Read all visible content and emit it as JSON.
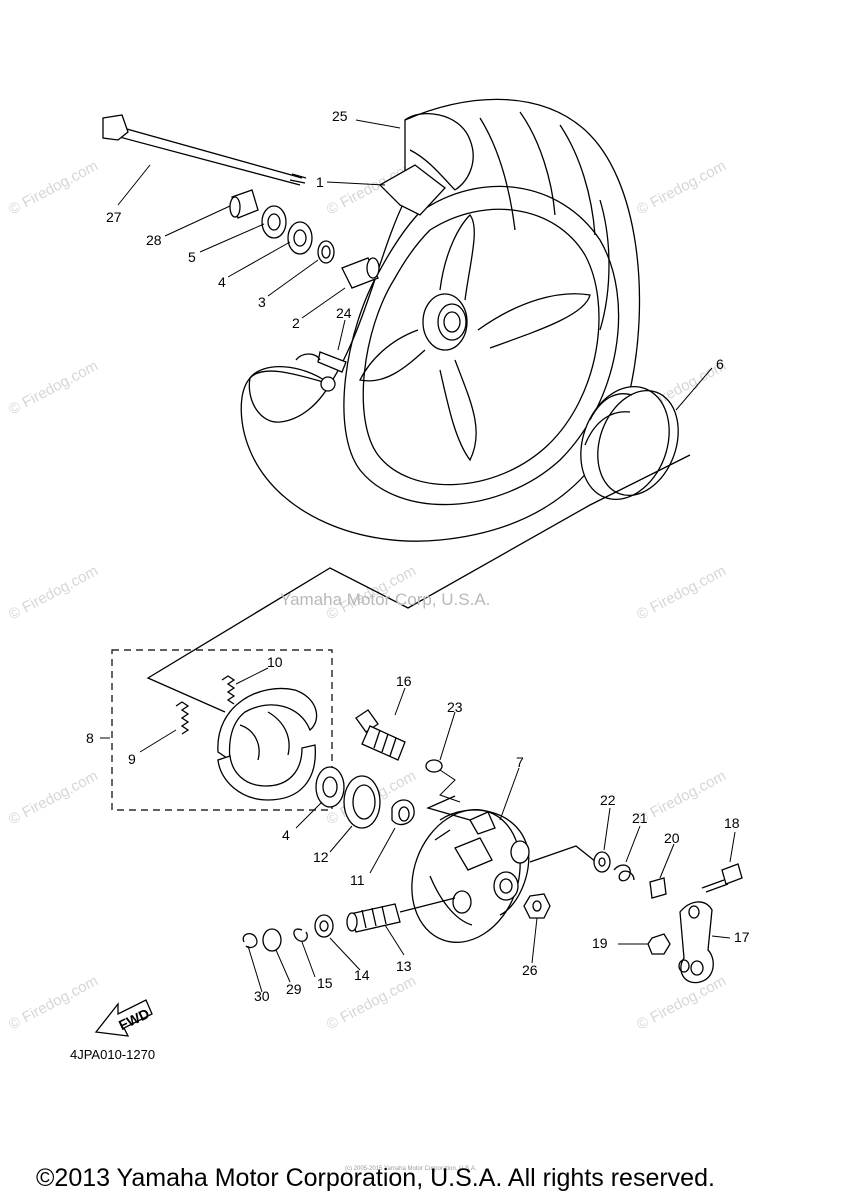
{
  "diagram_code": "4JPA010-1270",
  "corp_watermark": "Yamaha Motor Corp, U.S.A.",
  "site_watermark": "© Firedog.com",
  "copyright": "©2013 Yamaha Motor Corporation, U.S.A. All rights reserved.",
  "fine_print": "(c) 2005-2015 Yamaha Motor Corporation, U.S.A.",
  "fwd_label": "FWD",
  "labels": {
    "p1": "1",
    "p2": "2",
    "p3": "3",
    "p4a": "4",
    "p4b": "4",
    "p5": "5",
    "p6": "6",
    "p7": "7",
    "p8": "8",
    "p9": "9",
    "p10": "10",
    "p11": "11",
    "p12": "12",
    "p13": "13",
    "p14": "14",
    "p15": "15",
    "p16": "16",
    "p17": "17",
    "p18": "18",
    "p19": "19",
    "p20": "20",
    "p21": "21",
    "p22": "22",
    "p23": "23",
    "p24": "24",
    "p25": "25",
    "p26": "26",
    "p27": "27",
    "p28": "28",
    "p29": "29",
    "p30": "30"
  }
}
